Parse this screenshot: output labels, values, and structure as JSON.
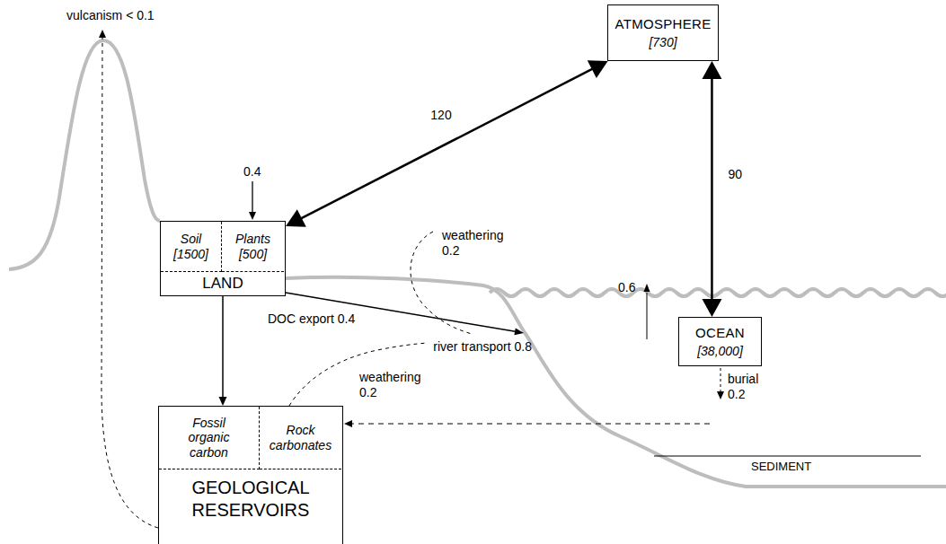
{
  "diagram": {
    "nodes": [
      {
        "text": [
          "ATMOSPHERE",
          "[730]"
        ]
      },
      {
        "text": [
          "LAND"
        ]
      },
      {
        "text": [
          "Soil",
          "[1500]"
        ],
        "in": 1
      },
      {
        "text": [
          "Plants",
          "[500]"
        ],
        "in": 1
      },
      {
        "text": [
          "OCEAN",
          "[38,000]"
        ]
      },
      {
        "text": [
          "GEOLOGICAL RESERVOIRS"
        ]
      },
      {
        "text": [
          "Fossil organic carbon"
        ],
        "in": 5
      },
      {
        "text": [
          "Rock carbonates"
        ],
        "in": 5
      }
    ],
    "edges": [
      {
        "from": 1,
        "to": 0,
        "arrow": "both",
        "label": "120"
      },
      {
        "from": 0,
        "to": 4,
        "arrow": "both",
        "label": "90"
      },
      {
        "from": 1,
        "to": 5,
        "arrow": "to"
      }
    ],
    "labels": [
      "vulcanism < 0.1",
      "0.4",
      "weathering 0.2",
      "DOC export 0.4",
      "river transport 0.8",
      "0.6",
      "weathering 0.2",
      "burial 0.2",
      "SEDIMENT"
    ]
  }
}
